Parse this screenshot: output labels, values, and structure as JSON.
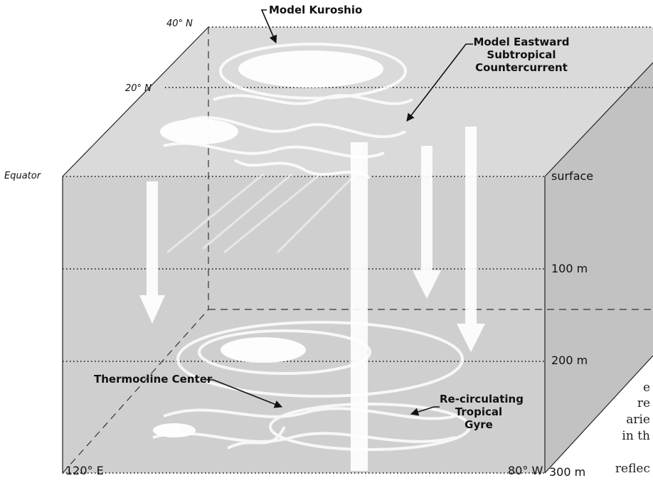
{
  "latitudes": {
    "lat40": "40° N",
    "lat20": "20° N",
    "equator": "Equator"
  },
  "depths": {
    "surface": "surface",
    "d100": "100 m",
    "d200": "200 m",
    "d300": "300 m"
  },
  "longitudes": {
    "west": "120° E",
    "east": "80° W"
  },
  "callouts": {
    "kuroshio": "Model Kuroshio",
    "countercurrent": [
      "Model Eastward",
      "Subtropical",
      "Countercurrent"
    ],
    "thermocline": "Thermocline Center",
    "gyre": [
      "Re-circulating",
      "Tropical",
      "Gyre"
    ]
  },
  "side_text": [
    "e",
    "re",
    "arie",
    "in th",
    "reflec"
  ],
  "colors": {
    "box_fill": "#d2d2d2",
    "box_side": "#c4c4c4",
    "flow": "#ffffff",
    "line": "#222222"
  }
}
